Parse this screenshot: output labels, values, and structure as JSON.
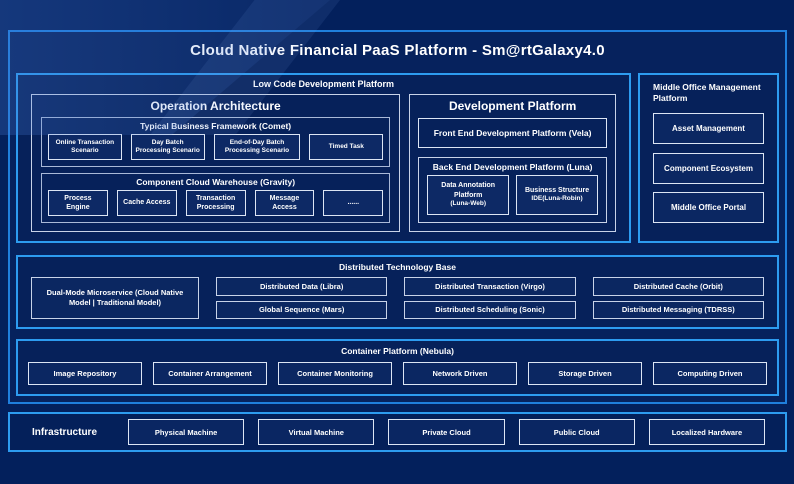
{
  "title": "Cloud Native Financial PaaS Platform - Sm@rtGalaxy4.0",
  "colors": {
    "background": "#03205c",
    "panel_border": "#1f7fdd",
    "section_border": "#2d9cf0",
    "mid_border": "#c8d3e8",
    "leaf_border": "#dce5f4",
    "text": "#ffffff"
  },
  "low_code": {
    "label": "Low Code Development Platform",
    "operation": {
      "label": "Operation Architecture",
      "framework": {
        "label": "Typical Business Framework (Comet)",
        "items": [
          "Online Transaction Scenario",
          "Day Batch Processing Scenario",
          "End-of-Day Batch Processing Scenario",
          "Timed Task"
        ]
      },
      "warehouse": {
        "label": "Component Cloud Warehouse (Gravity)",
        "items": [
          "Process Engine",
          "Cache Access",
          "Transaction Processing",
          "Message Access",
          "......"
        ]
      }
    },
    "development": {
      "label": "Development Platform",
      "front_end": "Front End Development Platform (Vela)",
      "back_end": {
        "label": "Back End Development Platform (Luna)",
        "items": [
          {
            "label": "Data Annotation Platform",
            "sub": "(Luna-Web)"
          },
          {
            "label": "Business Structure",
            "sub": "IDE(Luna-Robin)"
          }
        ]
      }
    }
  },
  "middle_office": {
    "label": "Middle Office Management Platform",
    "items": [
      "Asset Management",
      "Component Ecosystem",
      "Middle Office Portal"
    ]
  },
  "distributed": {
    "label": "Distributed Technology Base",
    "dual_mode": "Dual-Mode Microservice (Cloud Native Model | Traditional Model)",
    "grid": [
      [
        "Distributed Data (Libra)",
        "Global Sequence (Mars)"
      ],
      [
        "Distributed Transaction (Virgo)",
        "Distributed Scheduling (Sonic)"
      ],
      [
        "Distributed Cache (Orbit)",
        "Distributed Messaging (TDRSS)"
      ]
    ]
  },
  "container_platform": {
    "label": "Container Platform (Nebula)",
    "items": [
      "Image Repository",
      "Container Arrangement",
      "Container Monitoring",
      "Network Driven",
      "Storage Driven",
      "Computing Driven"
    ]
  },
  "infrastructure": {
    "label": "Infrastructure",
    "items": [
      "Physical Machine",
      "Virtual Machine",
      "Private Cloud",
      "Public Cloud",
      "Localized Hardware"
    ]
  }
}
